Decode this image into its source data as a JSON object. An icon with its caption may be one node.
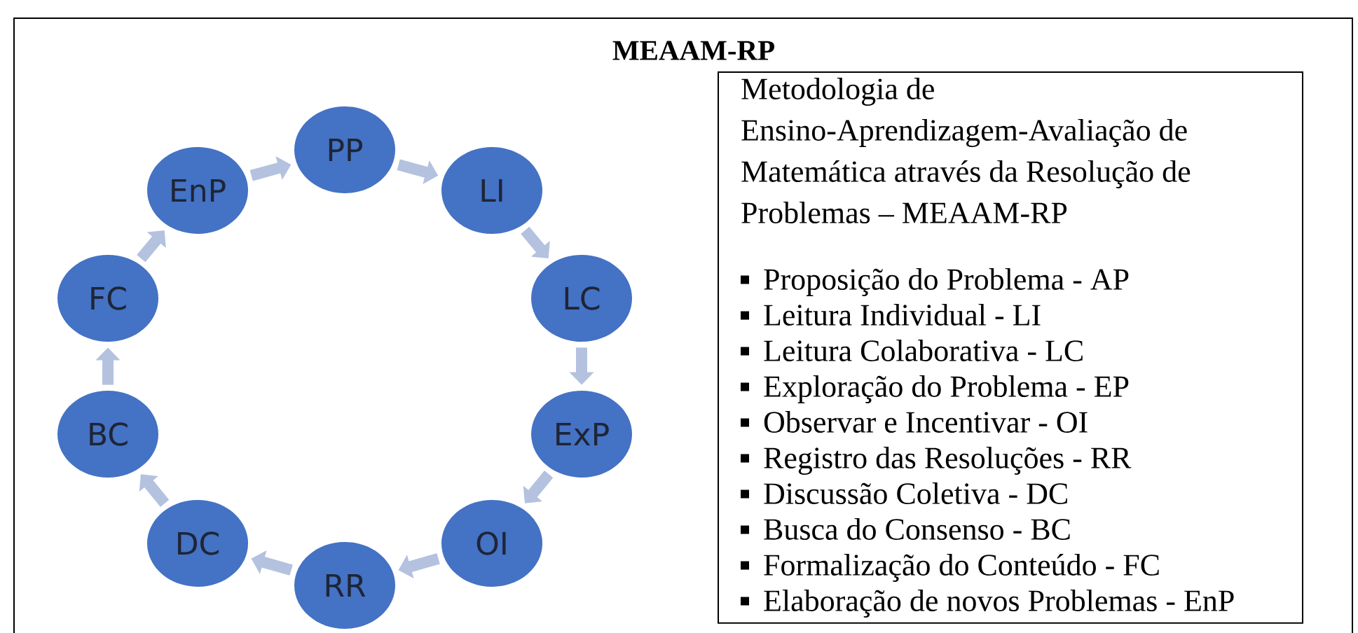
{
  "diagram": {
    "title": "MEAAM-RP",
    "nodes": [
      {
        "text": [
          "PP"
        ]
      },
      {
        "text": [
          "LI"
        ]
      },
      {
        "text": [
          "LC"
        ]
      },
      {
        "text": [
          "ExP"
        ]
      },
      {
        "text": [
          "OI"
        ]
      },
      {
        "text": [
          "RR"
        ]
      },
      {
        "text": [
          "DC"
        ]
      },
      {
        "text": [
          "BC"
        ]
      },
      {
        "text": [
          "FC"
        ]
      },
      {
        "text": [
          "EnP"
        ]
      },
      {
        "text": [
          "Metodologia de Ensino-Aprendizagem-Avaliação de Matemática através da Resolução de Problemas – MEAAM-RP",
          "Proposição do Problema - AP",
          "Leitura Individual - LI",
          "Leitura Colaborativa - LC",
          "Exploração do Problema - EP",
          "Observar e Incentivar - OI",
          "Registro das Resoluções - RR",
          "Discussão Coletiva - DC",
          "Busca do Consenso - BC",
          "Formalização do Conteúdo - FC",
          "Elaboração de novos Problemas - EnP"
        ]
      }
    ],
    "edges": [
      {
        "from": 0,
        "to": 1,
        "arrow": "to"
      },
      {
        "from": 1,
        "to": 2,
        "arrow": "to"
      },
      {
        "from": 2,
        "to": 3,
        "arrow": "to"
      },
      {
        "from": 3,
        "to": 4,
        "arrow": "to"
      },
      {
        "from": 4,
        "to": 5,
        "arrow": "to"
      },
      {
        "from": 5,
        "to": 6,
        "arrow": "to"
      },
      {
        "from": 6,
        "to": 7,
        "arrow": "to"
      },
      {
        "from": 7,
        "to": 8,
        "arrow": "to"
      },
      {
        "from": 8,
        "to": 9,
        "arrow": "to"
      },
      {
        "from": 9,
        "to": 0,
        "arrow": "to"
      }
    ]
  }
}
